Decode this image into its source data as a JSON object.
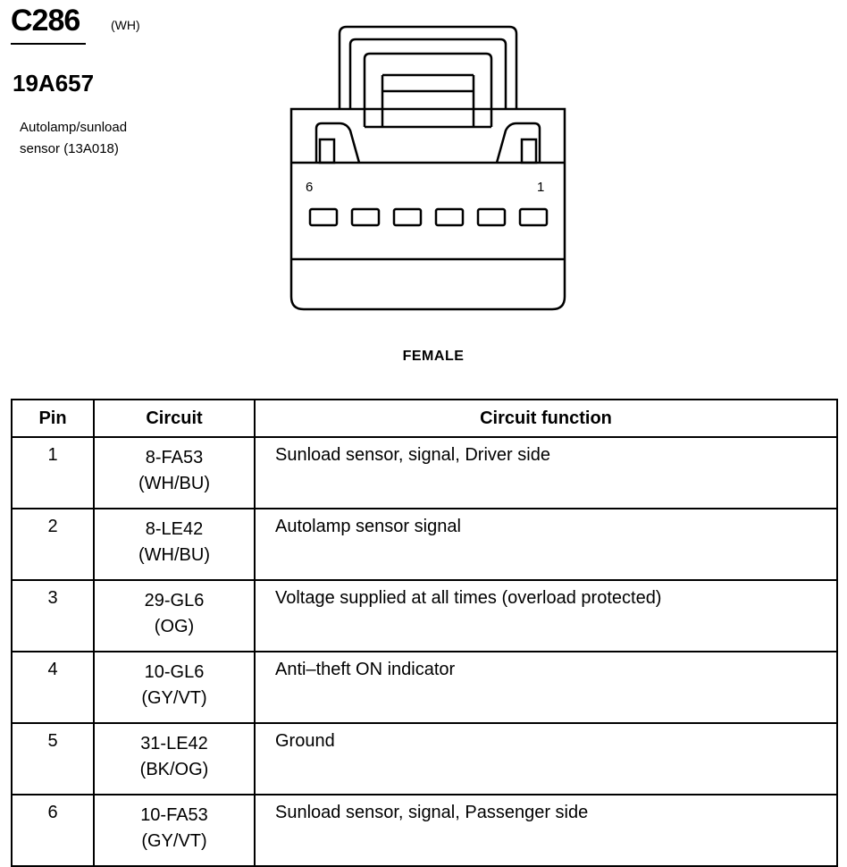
{
  "connector": {
    "id": "C286",
    "color_code": "(WH)",
    "part_number": "19A657",
    "description_line1": "Autolamp/sunload",
    "description_line2": "sensor (13A018)",
    "pin_label_left": "6",
    "pin_label_right": "1",
    "gender": "FEMALE"
  },
  "table": {
    "headers": {
      "pin": "Pin",
      "circuit": "Circuit",
      "function": "Circuit function"
    },
    "rows": [
      {
        "pin": "1",
        "circuit": "8-FA53",
        "color": "(WH/BU)",
        "function": "Sunload sensor, signal, Driver side"
      },
      {
        "pin": "2",
        "circuit": "8-LE42",
        "color": "(WH/BU)",
        "function": "Autolamp sensor  signal"
      },
      {
        "pin": "3",
        "circuit": "29-GL6",
        "color": "(OG)",
        "function": "Voltage supplied at all times (overload protected)"
      },
      {
        "pin": "4",
        "circuit": "10-GL6",
        "color": "(GY/VT)",
        "function": "Anti–theft ON indicator"
      },
      {
        "pin": "5",
        "circuit": "31-LE42",
        "color": "(BK/OG)",
        "function": "Ground"
      },
      {
        "pin": "6",
        "circuit": "10-FA53",
        "color": "(GY/VT)",
        "function": "Sunload sensor, signal, Passenger side"
      }
    ]
  }
}
